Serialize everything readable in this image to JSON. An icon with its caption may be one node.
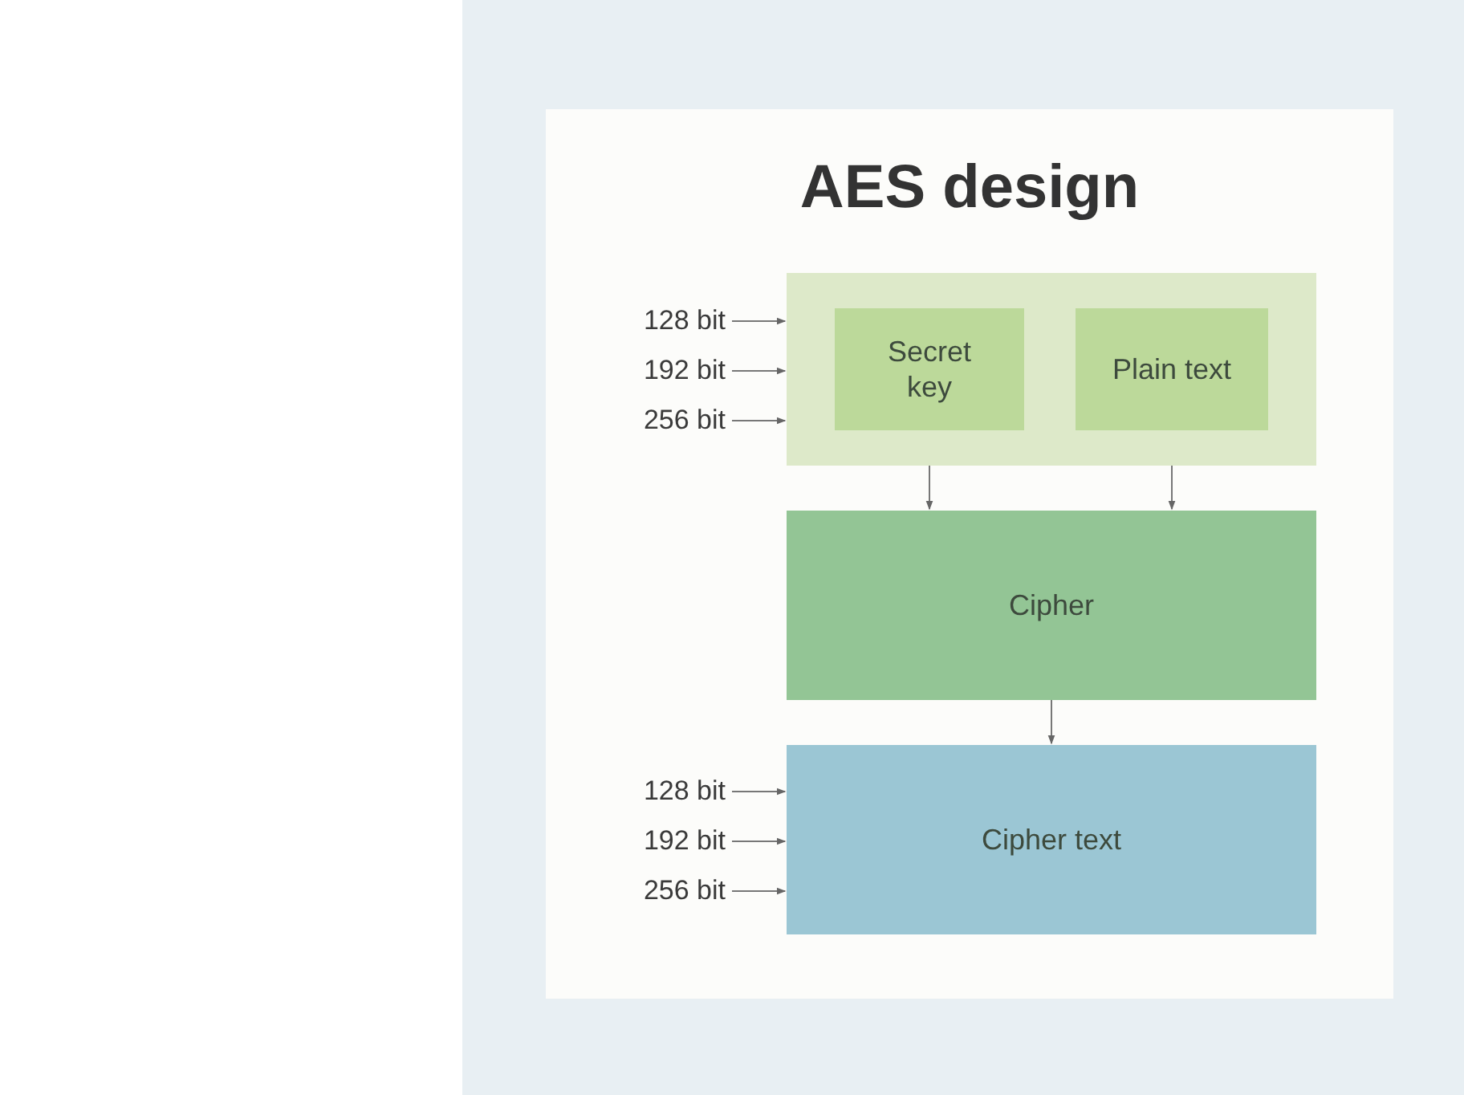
{
  "diagram": {
    "title": "AES design",
    "nodes": [
      {
        "text": [],
        "shape": "box"
      },
      {
        "text": [
          "Secret key"
        ],
        "in": 0
      },
      {
        "text": [
          "Plain text"
        ],
        "in": 0
      },
      {
        "text": [
          "Cipher"
        ]
      },
      {
        "text": [
          "Cipher text"
        ]
      },
      {
        "text": [
          "128 bit"
        ]
      },
      {
        "text": [
          "192 bit"
        ]
      },
      {
        "text": [
          "256 bit"
        ]
      },
      {
        "text": [
          "128 bit"
        ]
      },
      {
        "text": [
          "192 bit"
        ]
      },
      {
        "text": [
          "256 bit"
        ]
      }
    ],
    "edges": [
      {
        "from": 5,
        "to": 0,
        "arrow": "to"
      },
      {
        "from": 6,
        "to": 0,
        "arrow": "to"
      },
      {
        "from": 7,
        "to": 0,
        "arrow": "to"
      },
      {
        "from": 1,
        "to": 3,
        "arrow": "to"
      },
      {
        "from": 2,
        "to": 3,
        "arrow": "to"
      },
      {
        "from": 3,
        "to": 4,
        "arrow": "to"
      },
      {
        "from": 8,
        "to": 4,
        "arrow": "to"
      },
      {
        "from": 9,
        "to": 4,
        "arrow": "to"
      },
      {
        "from": 10,
        "to": 4,
        "arrow": "to"
      }
    ]
  }
}
